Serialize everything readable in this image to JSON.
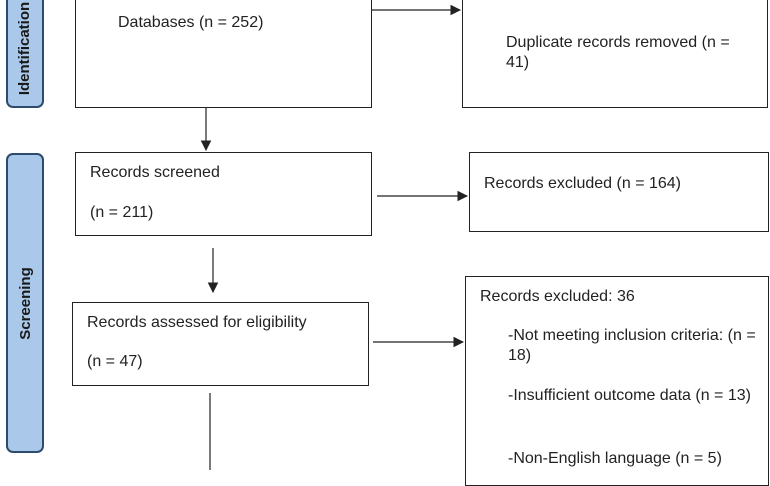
{
  "stages": {
    "identification": "Identification",
    "screening": "Screening"
  },
  "boxes": {
    "databases": "Databases (n = 252)",
    "duplicates": "Duplicate records removed (n = 41)",
    "screened_title": "Records screened",
    "screened_count": "(n = 211)",
    "excluded_1": "Records excluded (n = 164)",
    "assessed_title": "Records assessed for eligibility",
    "assessed_count": "(n = 47)",
    "excluded_2_title": "Records excluded: 36",
    "reasons": [
      "-Not meeting inclusion criteria: (n = 18)",
      "-Insufficient outcome data (n = 13)",
      "-Non-English language (n = 5)"
    ]
  },
  "colors": {
    "stage_fill": "#a9c8ea",
    "stage_border": "#2e4a6e",
    "line": "#222222"
  }
}
